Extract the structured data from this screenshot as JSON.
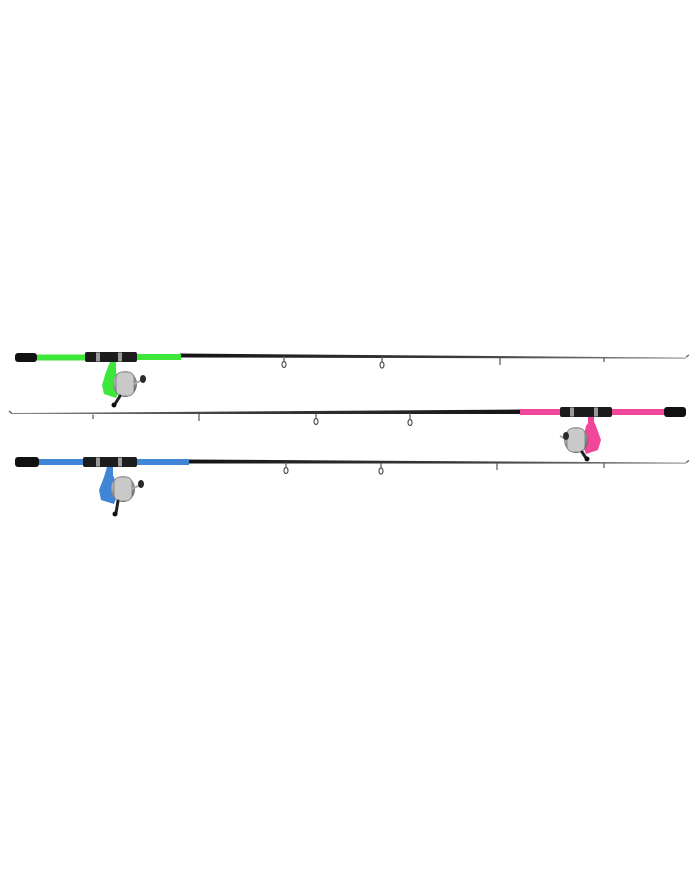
{
  "scene": {
    "background": "#ffffff",
    "rods": [
      {
        "id": "green",
        "accent": "#3ee83a",
        "facing": "left"
      },
      {
        "id": "pink",
        "accent": "#f0479a",
        "facing": "right"
      },
      {
        "id": "blue",
        "accent": "#3f86d6",
        "facing": "left"
      }
    ]
  }
}
